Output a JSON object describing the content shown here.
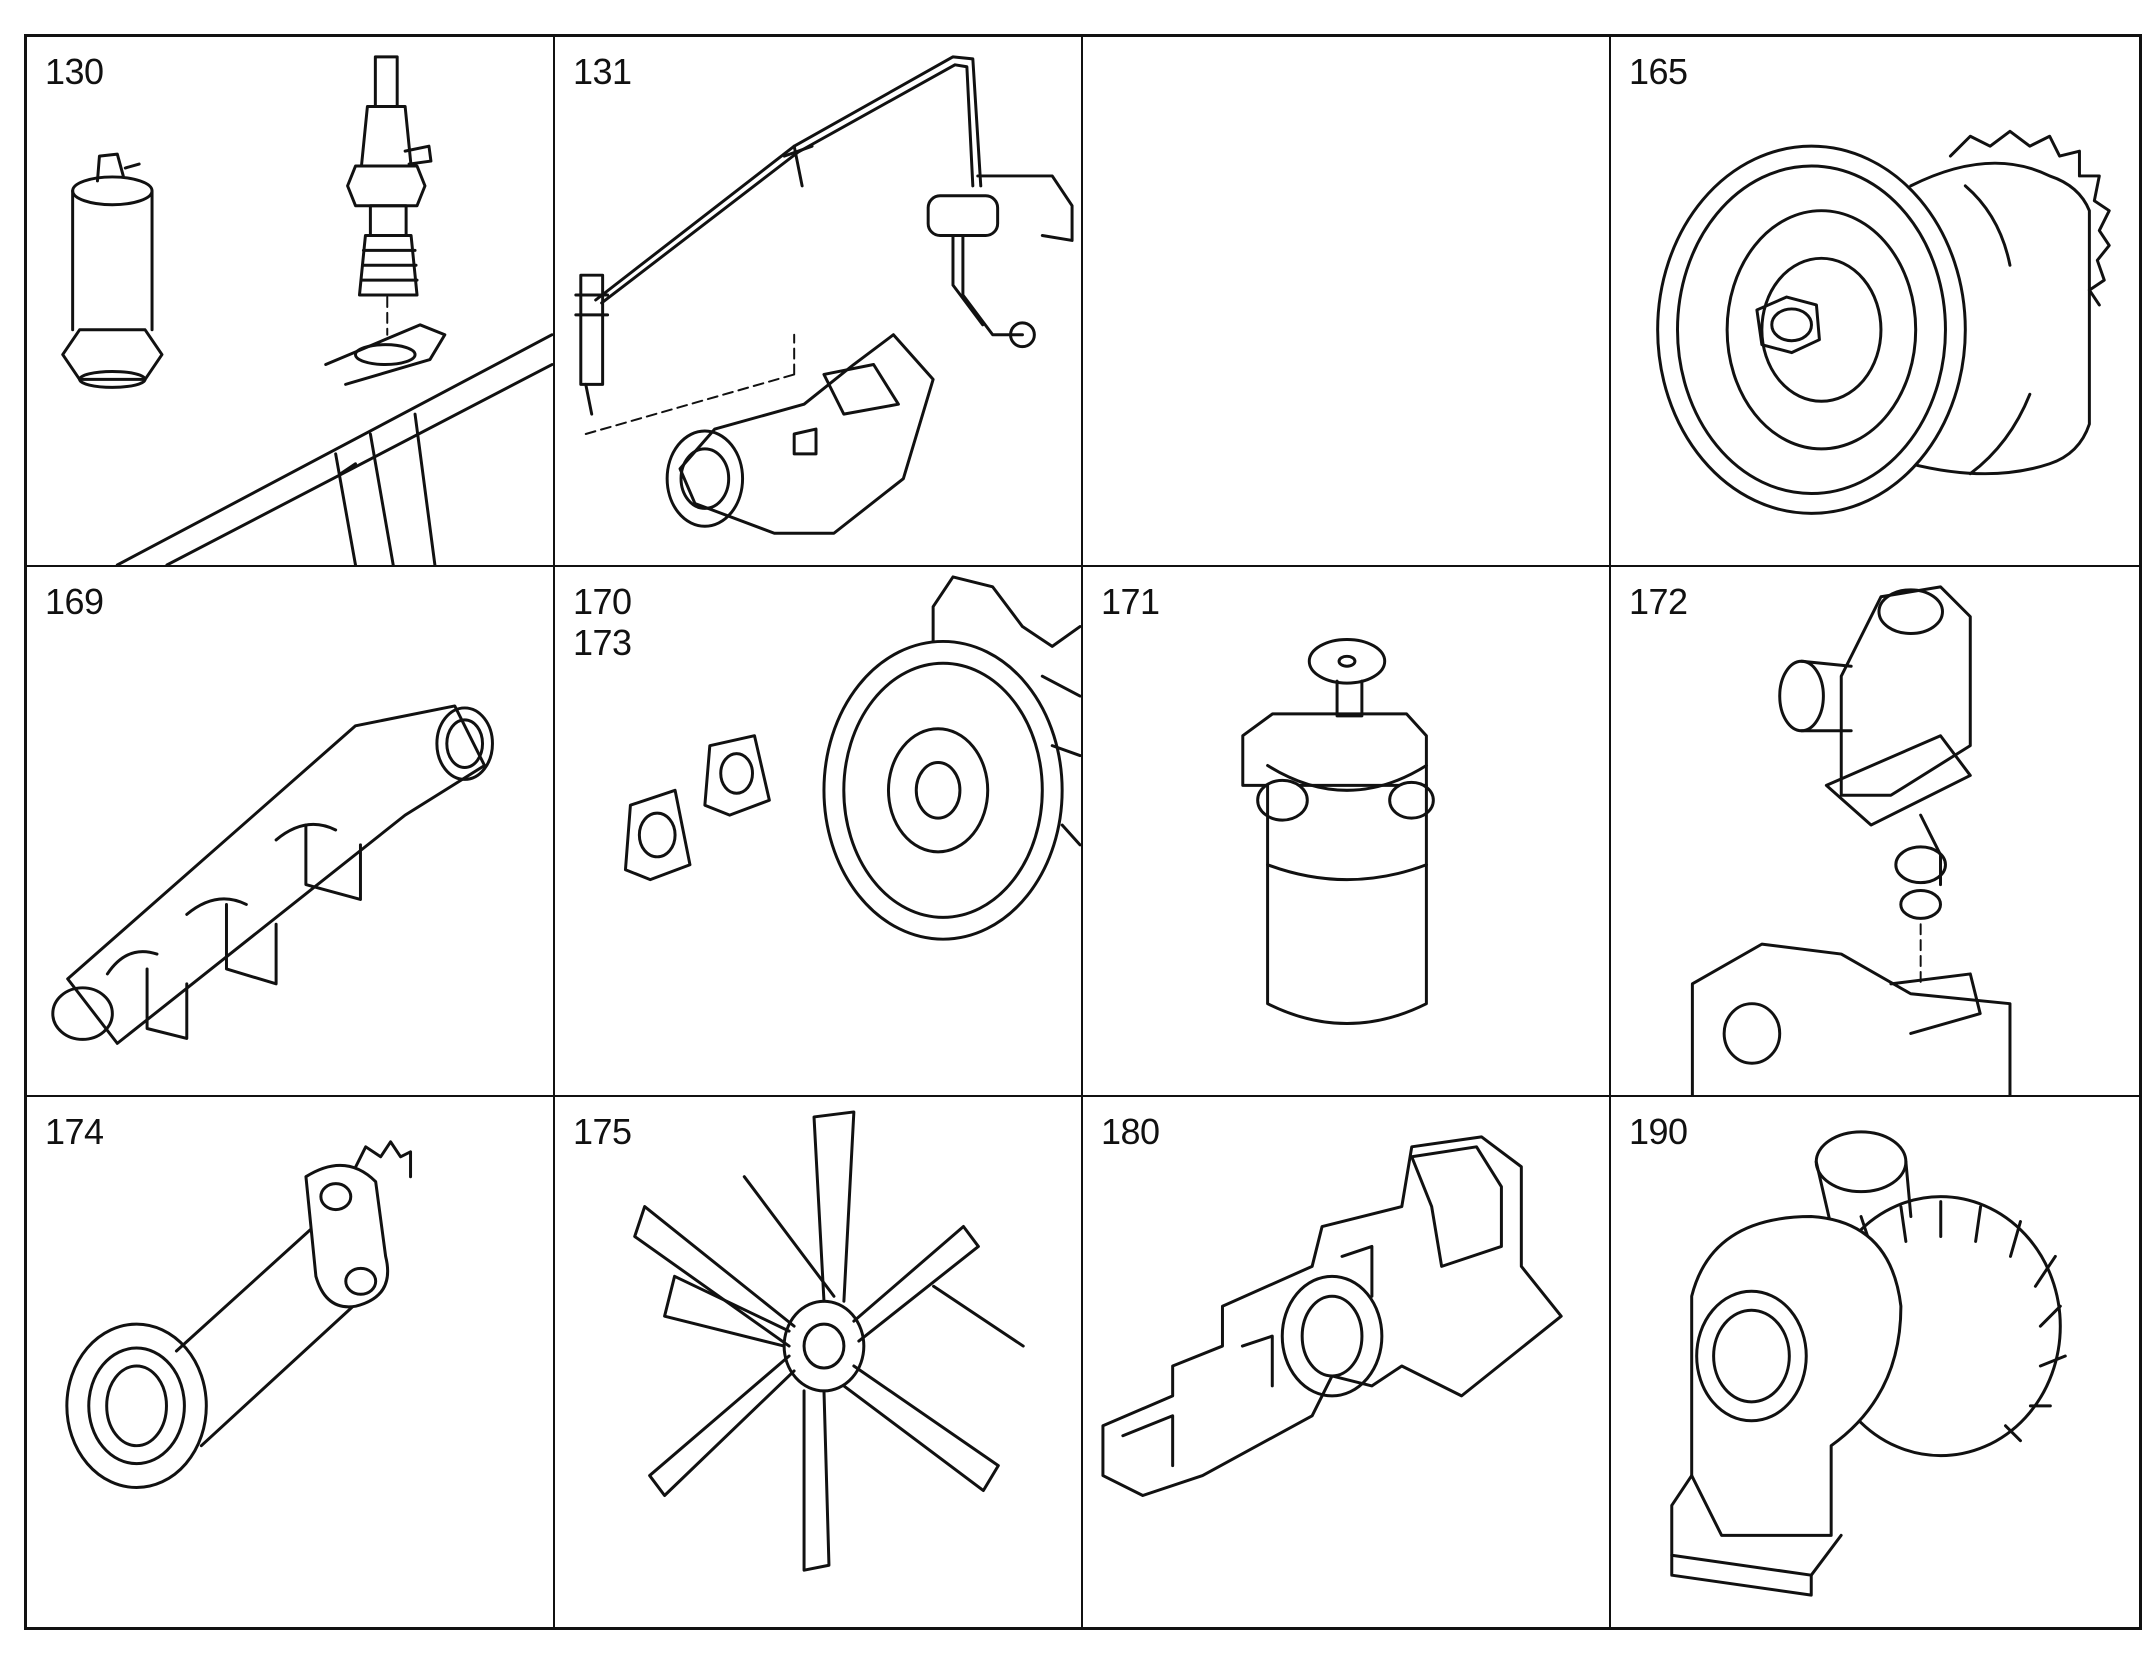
{
  "cells": [
    {
      "id": "130",
      "labels": [
        "130"
      ],
      "icon": "temperature-sender-and-glow-plug-icon"
    },
    {
      "id": "131",
      "labels": [
        "131"
      ],
      "icon": "fuel-line-and-injector-icon"
    },
    {
      "id": "blank",
      "labels": [],
      "icon": ""
    },
    {
      "id": "165",
      "labels": [
        "165"
      ],
      "icon": "vibration-damper-pulley-icon"
    },
    {
      "id": "169",
      "labels": [
        "169"
      ],
      "icon": "manifold-icon"
    },
    {
      "id": "170",
      "labels": [
        "170",
        "173"
      ],
      "icon": "flywheel-housing-and-gaskets-icon"
    },
    {
      "id": "171",
      "labels": [
        "171"
      ],
      "icon": "fuel-filter-icon"
    },
    {
      "id": "172",
      "labels": [
        "172"
      ],
      "icon": "thermostat-housing-icon"
    },
    {
      "id": "174",
      "labels": [
        "174"
      ],
      "icon": "drive-shaft-icon"
    },
    {
      "id": "175",
      "labels": [
        "175"
      ],
      "icon": "fan-blade-icon"
    },
    {
      "id": "180",
      "labels": [
        "180"
      ],
      "icon": "exhaust-manifold-icon"
    },
    {
      "id": "190",
      "labels": [
        "190"
      ],
      "icon": "turbocharger-icon"
    }
  ]
}
